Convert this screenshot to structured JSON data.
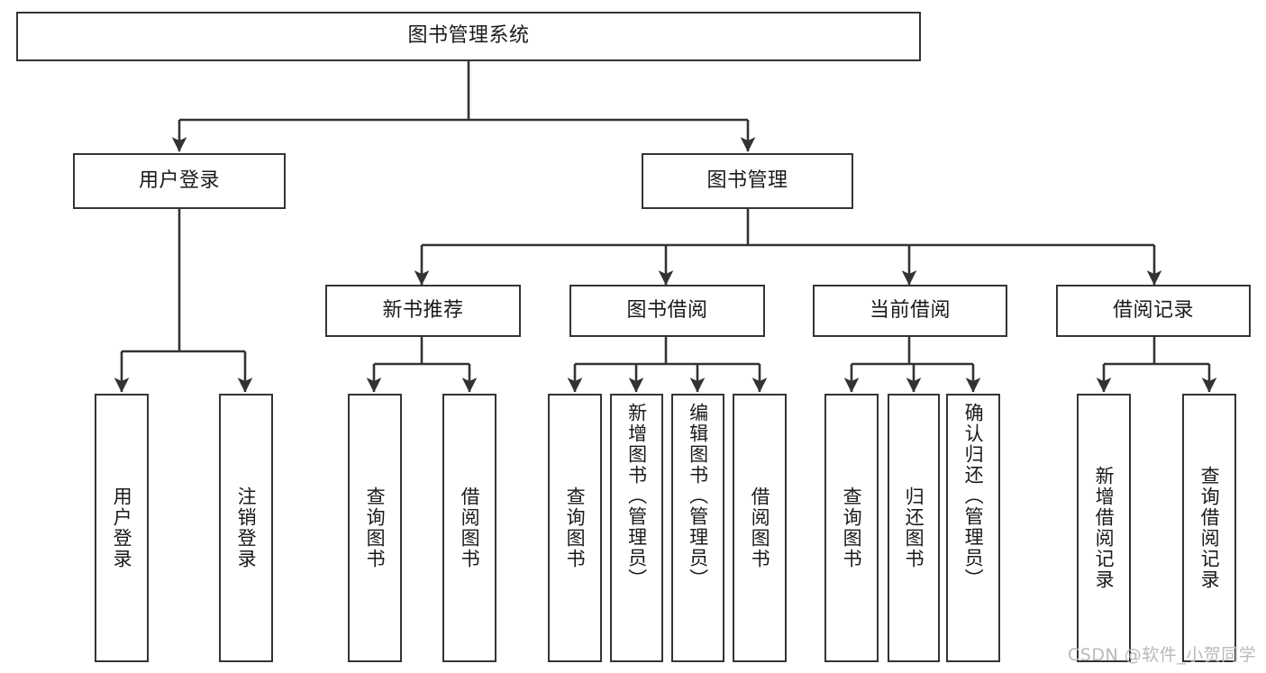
{
  "diagram": {
    "title": "图书管理系统",
    "type": "hierarchy-tree",
    "watermark": "CSDN @软件_小贺同学",
    "colors": {
      "box_border": "#343434",
      "box_fill": "#ffffff",
      "connector": "#333333",
      "text": "#1a1a1a",
      "watermark": "#b9b9b9"
    },
    "nodes": {
      "root": {
        "label": "图书管理系统"
      },
      "level2": [
        {
          "label": "用户登录"
        },
        {
          "label": "图书管理"
        }
      ],
      "level3": [
        {
          "label": "新书推荐"
        },
        {
          "label": "图书借阅"
        },
        {
          "label": "当前借阅"
        },
        {
          "label": "借阅记录"
        }
      ],
      "leaves": {
        "user_login": [
          {
            "label": "用户登录"
          },
          {
            "label": "注销登录"
          }
        ],
        "new_book_recommend": [
          {
            "label": "查询图书"
          },
          {
            "label": "借阅图书"
          }
        ],
        "book_borrow": [
          {
            "label": "查询图书"
          },
          {
            "label": "新增图书（管理员）"
          },
          {
            "label": "编辑图书（管理员）"
          },
          {
            "label": "借阅图书"
          }
        ],
        "current_borrow": [
          {
            "label": "查询图书"
          },
          {
            "label": "归还图书"
          },
          {
            "label": "确认归还（管理员）"
          }
        ],
        "borrow_record": [
          {
            "label": "新增借阅记录"
          },
          {
            "label": "查询借阅记录"
          }
        ]
      }
    }
  }
}
